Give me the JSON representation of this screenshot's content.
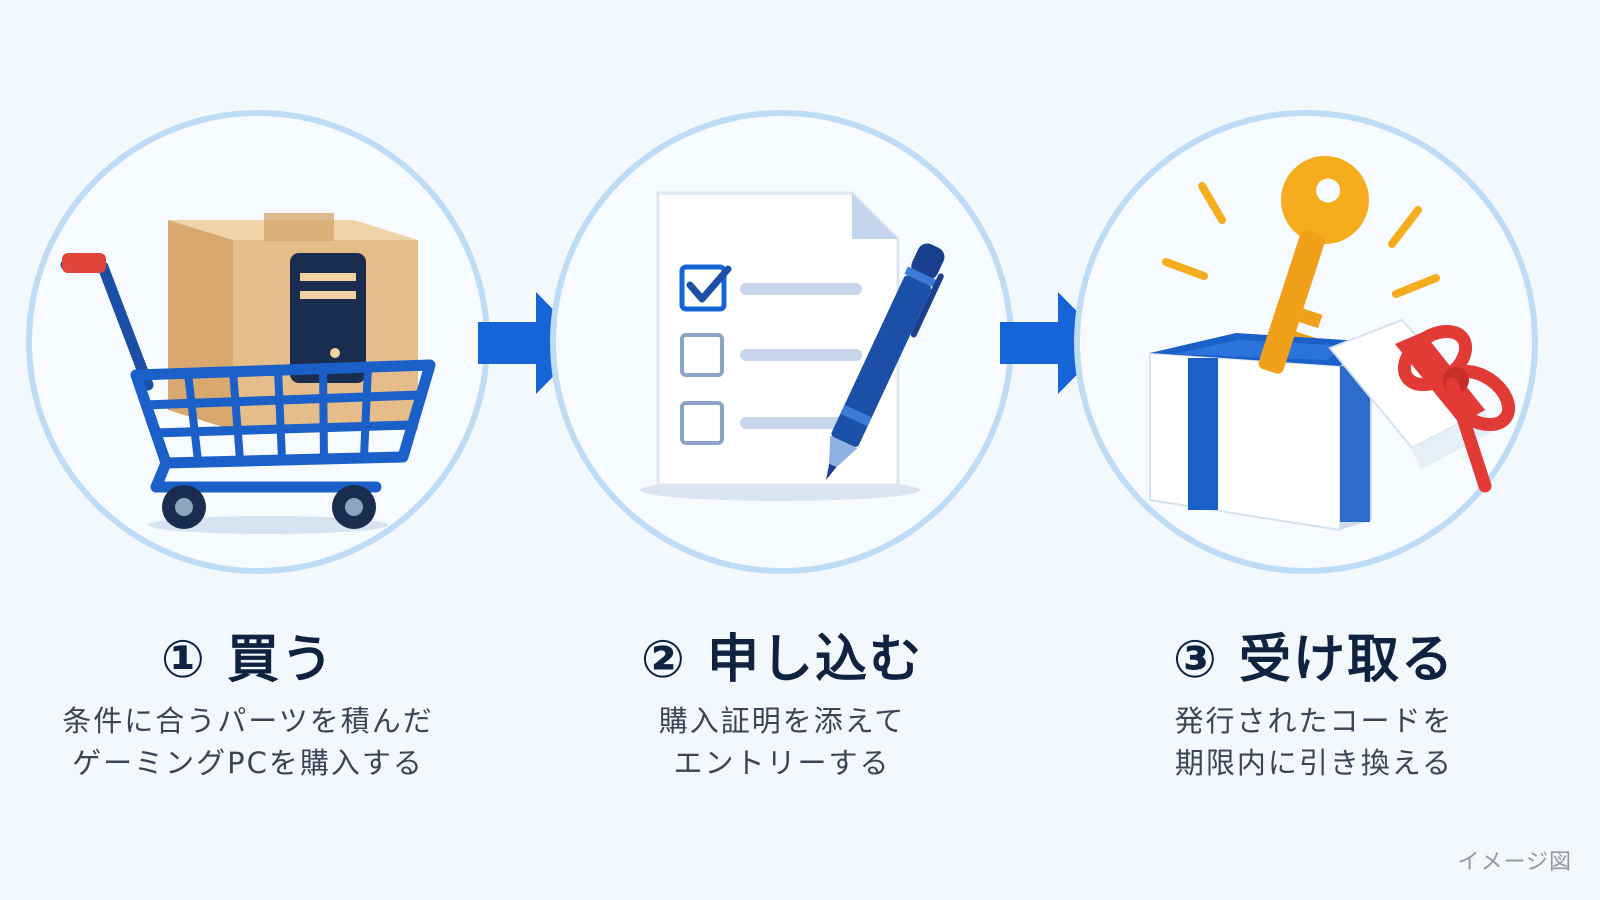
{
  "steps": [
    {
      "title": "① 買う",
      "desc_lines": [
        "条件に合うパーツを積んだ",
        "ゲーミングPCを購入する"
      ],
      "icon": "shopping-cart-with-pc-box-icon"
    },
    {
      "title": "② 申し込む",
      "desc_lines": [
        "購入証明を添えて",
        "エントリーする"
      ],
      "icon": "checklist-document-with-pen-icon"
    },
    {
      "title": "③ 受け取る",
      "desc_lines": [
        "発行されたコードを",
        "期限内に引き換える"
      ],
      "icon": "key-in-gift-box-icon"
    }
  ],
  "arrows": [
    "right-arrow-icon",
    "right-arrow-icon"
  ],
  "note": "イメージ図",
  "colors": {
    "background": "#f3f8fd",
    "ring": "#bfdcf7",
    "primary_blue": "#1565d8",
    "navy": "#0f2340",
    "cardboard": "#e8bf8c",
    "gold": "#f5ad1e",
    "ribbon_red": "#e23a35"
  }
}
